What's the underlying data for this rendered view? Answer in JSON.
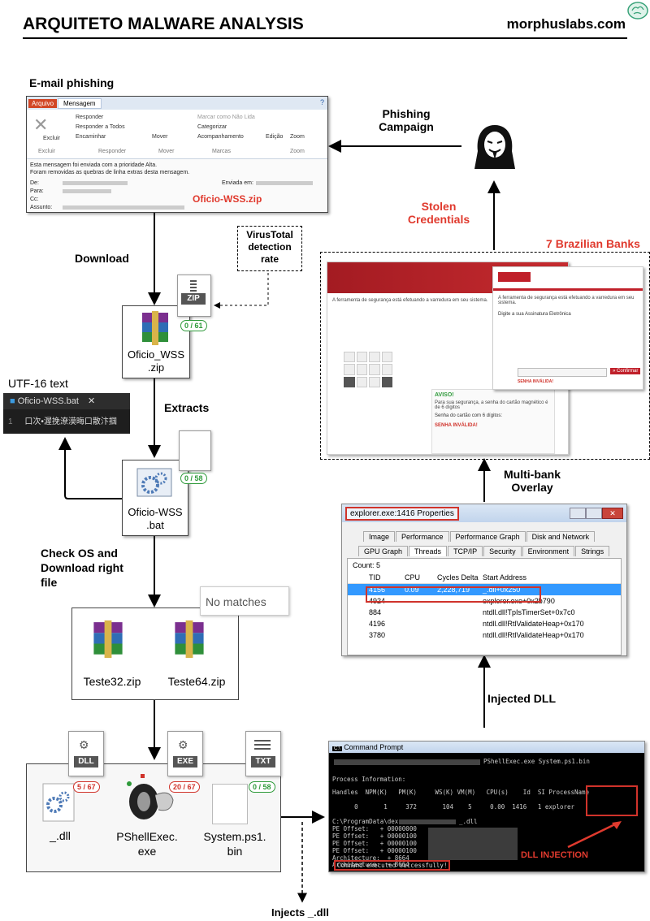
{
  "header": {
    "title": "ARQUITETO MALWARE ANALYSIS",
    "site": "morphuslabs.com"
  },
  "labels": {
    "email_phishing": "E-mail phishing",
    "phishing_campaign": "Phishing\nCampaign",
    "stolen_credentials": "Stolen\nCredentials",
    "brazilian_banks": "7 Brazilian Banks",
    "download": "Download",
    "virustotal": "VirusTotal\ndetection\nrate",
    "extracts": "Extracts",
    "utf16": "UTF-16 text",
    "check_os": "Check OS and\nDownload right\nfile",
    "multi_bank": "Multi-bank\nOverlay",
    "injected_dll": "Injected DLL",
    "injects": "Injects _.dll",
    "no_matches": "No matches",
    "dll_injection": "DLL INJECTION"
  },
  "email": {
    "tabs": [
      "Arquivo",
      "Mensagem"
    ],
    "buttons": [
      "Excluir",
      "Responder",
      "Responder a Todos",
      "Encaminhar",
      "Mover",
      "Marcar como Não Lida",
      "Categorizar",
      "Acompanhamento",
      "Edição",
      "Zoom"
    ],
    "groups": [
      "Excluir",
      "Responder",
      "Mover",
      "Marcas",
      "Zoom"
    ],
    "notice1": "Esta mensagem foi enviada com a prioridade Alta.",
    "notice2": "Foram removidas as quebras de linha extras desta mensagem.",
    "fields": [
      "De:",
      "Para:",
      "Cc:",
      "Assunto:"
    ],
    "sent_label": "Enviada em:",
    "attachment": "Oficio-WSS.zip"
  },
  "files": {
    "zip_name": "Oficio_WSS\n.zip",
    "zip_icon": "ZIP",
    "zip_rate": "0 / 61",
    "bat_name": "Oficio-WSS\n.bat",
    "bat_rate": "0 / 58",
    "teste32": "Teste32.zip",
    "teste64": "Teste64.zip",
    "dll_name": "_.dll",
    "dll_icon": "DLL",
    "dll_rate": "5 / 67",
    "exe_name": "PShellExec.\nexe",
    "exe_icon": "EXE",
    "exe_rate": "20 / 67",
    "txt_name": "System.ps1.\nbin",
    "txt_icon": "TXT",
    "txt_rate": "0 / 58"
  },
  "editor": {
    "tab": "Oficio-WSS.bat",
    "line_no": "1",
    "content": "口次•渥挽潦漠晦口散汴掴"
  },
  "bank": {
    "text1": "A ferramenta de segurança está efetuando a varredura em seu sistema.",
    "text2": "Digite a sua Assinatura Eletrônica",
    "aviso": "AVISO!",
    "aviso_text": "Para sua segurança, a senha do cartão magnético é de 6 dígitos",
    "senha": "Senha do cartão com 6 dígitos:",
    "invalida": "SENHA INVÁLIDA!",
    "confirmar": "» Confirmar"
  },
  "process": {
    "title": "explorer.exe:1416 Properties",
    "tabs_row1": [
      "Image",
      "Performance",
      "Performance Graph",
      "Disk and Network"
    ],
    "tabs_row2": [
      "GPU Graph",
      "Threads",
      "TCP/IP",
      "Security",
      "Environment",
      "Strings"
    ],
    "count_label": "Count:",
    "count": "5",
    "columns": [
      "TID",
      "CPU",
      "Cycles Delta",
      "Start Address"
    ],
    "rows": [
      [
        "4156",
        "0.09",
        "2,228,719",
        "_.dll+0x250"
      ],
      [
        "4924",
        "",
        "",
        "explorer.exe+0x2b790"
      ],
      [
        "884",
        "",
        "",
        "ntdll.dll!TpIsTimerSet+0x7c0"
      ],
      [
        "4196",
        "",
        "",
        "ntdll.dll!RtlValidateHeap+0x170"
      ],
      [
        "3780",
        "",
        "",
        "ntdll.dll!RtlValidateHeap+0x170"
      ]
    ]
  },
  "cmd": {
    "title": "Command Prompt",
    "line1": "PShellExec.exe System.ps1.bin",
    "line2": "Process Information:",
    "headers": "Handles  NPM(K)   PM(K)     WS(K) VM(M)   CPU(s)    Id  SI ProcessName",
    "values": "      0       1     372       104    5     0.00  1416   1 explorer",
    "path": "C:\\ProgramData\\dex",
    "path_end": "_.dll",
    "pe1": "PE Offset:   + 00000000",
    "pe2": "PE Offset:   + 00000100",
    "pe3": "PE Offset:   + 00000100",
    "pe4": "PE Offset:   + 00000100",
    "arch1": "Architecture:  + 8664",
    "arch2": "Architecture:  + 8664",
    "success": "Command executed successfully!"
  }
}
